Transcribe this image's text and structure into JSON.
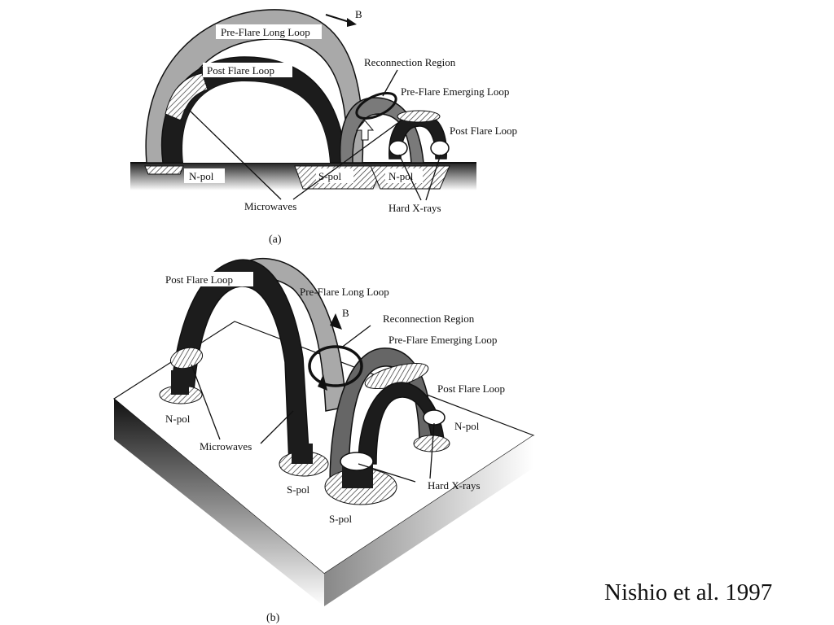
{
  "panel_a": {
    "labels": {
      "b_vector": "B",
      "pre_flare_long_loop": "Pre-Flare Long Loop",
      "post_flare_loop_left": "Post Flare Loop",
      "reconnection_region": "Reconnection Region",
      "pre_flare_emerging_loop": "Pre-Flare Emerging Loop",
      "post_flare_loop_right": "Post Flare Loop",
      "n_pol_left": "N-pol",
      "s_pol": "S-pol",
      "n_pol_right": "N-pol",
      "microwaves": "Microwaves",
      "hard_x_rays": "Hard X-rays"
    },
    "caption": "(a)"
  },
  "panel_b": {
    "labels": {
      "post_flare_loop_left": "Post Flare Loop",
      "pre_flare_long_loop": "Pre-Flare Long Loop",
      "b_vector": "B",
      "reconnection_region": "Reconnection Region",
      "pre_flare_emerging_loop": "Pre-Flare Emerging Loop",
      "post_flare_loop_right": "Post Flare Loop",
      "n_pol_left": "N-pol",
      "n_pol_right": "N-pol",
      "microwaves": "Microwaves",
      "s_pol_center": "S-pol",
      "s_pol_lower": "S-pol",
      "hard_x_rays": "Hard X-rays"
    },
    "caption": "(b)"
  },
  "citation": "Nishio et al. 1997"
}
